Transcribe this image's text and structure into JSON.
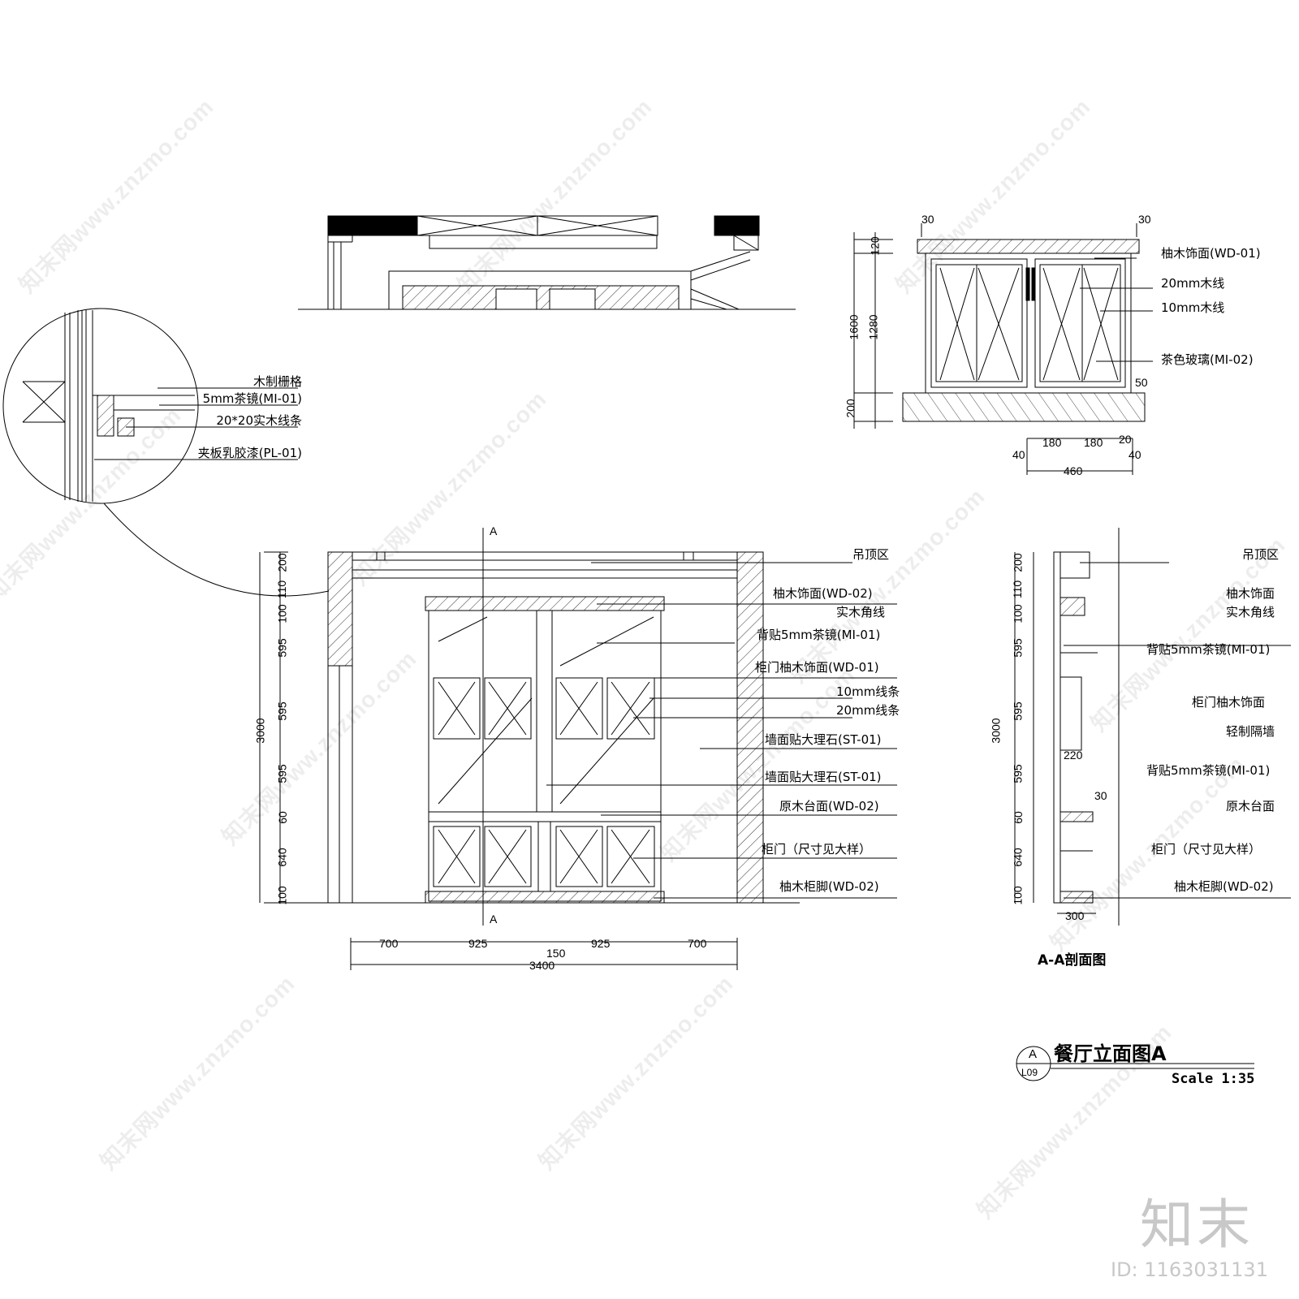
{
  "plan_view": {},
  "detail_bubble": {
    "labels": [
      "木制栅格",
      "5mm茶镜(MI-01)",
      "20*20实木线条",
      "夹板乳胶漆(PL-01)"
    ]
  },
  "cabinet_detail": {
    "labels": [
      "柚木饰面(WD-01)",
      "20mm木线",
      "10mm木线",
      "茶色玻璃(MI-02)"
    ],
    "dims_top": [
      "30",
      "30"
    ],
    "dims_left": [
      "120",
      "1280",
      "1600",
      "200"
    ],
    "dims_right": "50",
    "dims_bottom": [
      "40",
      "180",
      "180",
      "20",
      "40",
      "460"
    ]
  },
  "main_elevation": {
    "cut_mark": "A",
    "labels": [
      "吊顶区",
      "柚木饰面(WD-02)",
      "实木角线",
      "背贴5mm茶镜(MI-01)",
      "柜门柚木饰面(WD-01)",
      "10mm线条",
      "20mm线条",
      "墙面贴大理石(ST-01)",
      "墙面贴大理石(ST-01)",
      "原木台面(WD-02)",
      "柜门（尺寸见大样）",
      "柚木柜脚(WD-02)"
    ],
    "dims_left": [
      "200",
      "110",
      "100",
      "595",
      "595",
      "595",
      "60",
      "640",
      "100",
      "3000"
    ],
    "dims_bottom": [
      "700",
      "925",
      "150",
      "925",
      "700",
      "3400"
    ]
  },
  "section_aa": {
    "title": "A-A剖面图",
    "labels": [
      "吊顶区",
      "柚木饰面",
      "实木角线",
      "背贴5mm茶镜(MI-01)",
      "柜门柚木饰面",
      "轻制隔墙",
      "背贴5mm茶镜(MI-01)",
      "原木台面",
      "柜门（尺寸见大样）",
      "柚木柜脚(WD-02)"
    ],
    "dims_left": [
      "200",
      "110",
      "100",
      "595",
      "595",
      "595",
      "60",
      "640",
      "100",
      "3000"
    ],
    "dims_inner": [
      "220",
      "30"
    ],
    "dims_bottom": "300"
  },
  "title_block": {
    "symbol_top": "A",
    "symbol_bottom": "L09",
    "title": "餐厅立面图A",
    "scale": "Scale  1:35"
  },
  "watermark": {
    "text": "知末网www.znzmo.com",
    "brand": "知末",
    "id": "ID: 1163031131"
  }
}
